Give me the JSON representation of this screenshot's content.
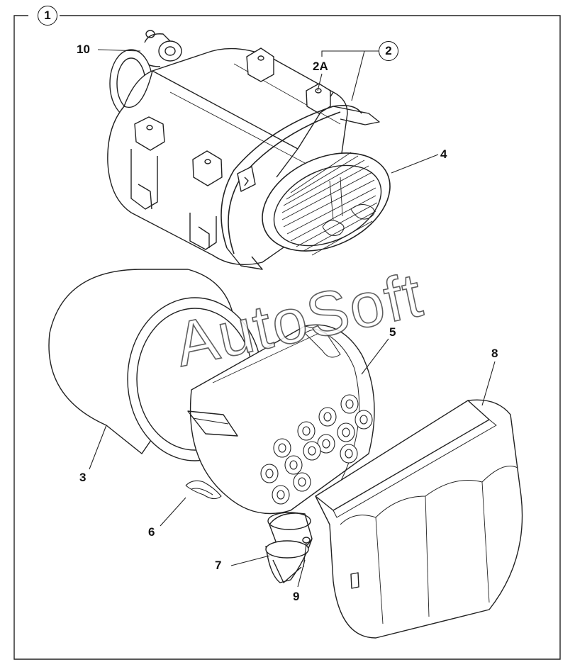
{
  "diagram": {
    "assembly_number": "1",
    "callouts": {
      "c10": "10",
      "c2": "2",
      "c2a": "2A",
      "c4": "4",
      "c5": "5",
      "c8": "8",
      "c3": "3",
      "c6": "6",
      "c7": "7",
      "c9": "9"
    },
    "watermark": "AutoSoft",
    "line_color": "#222222",
    "background_color": "#ffffff"
  }
}
